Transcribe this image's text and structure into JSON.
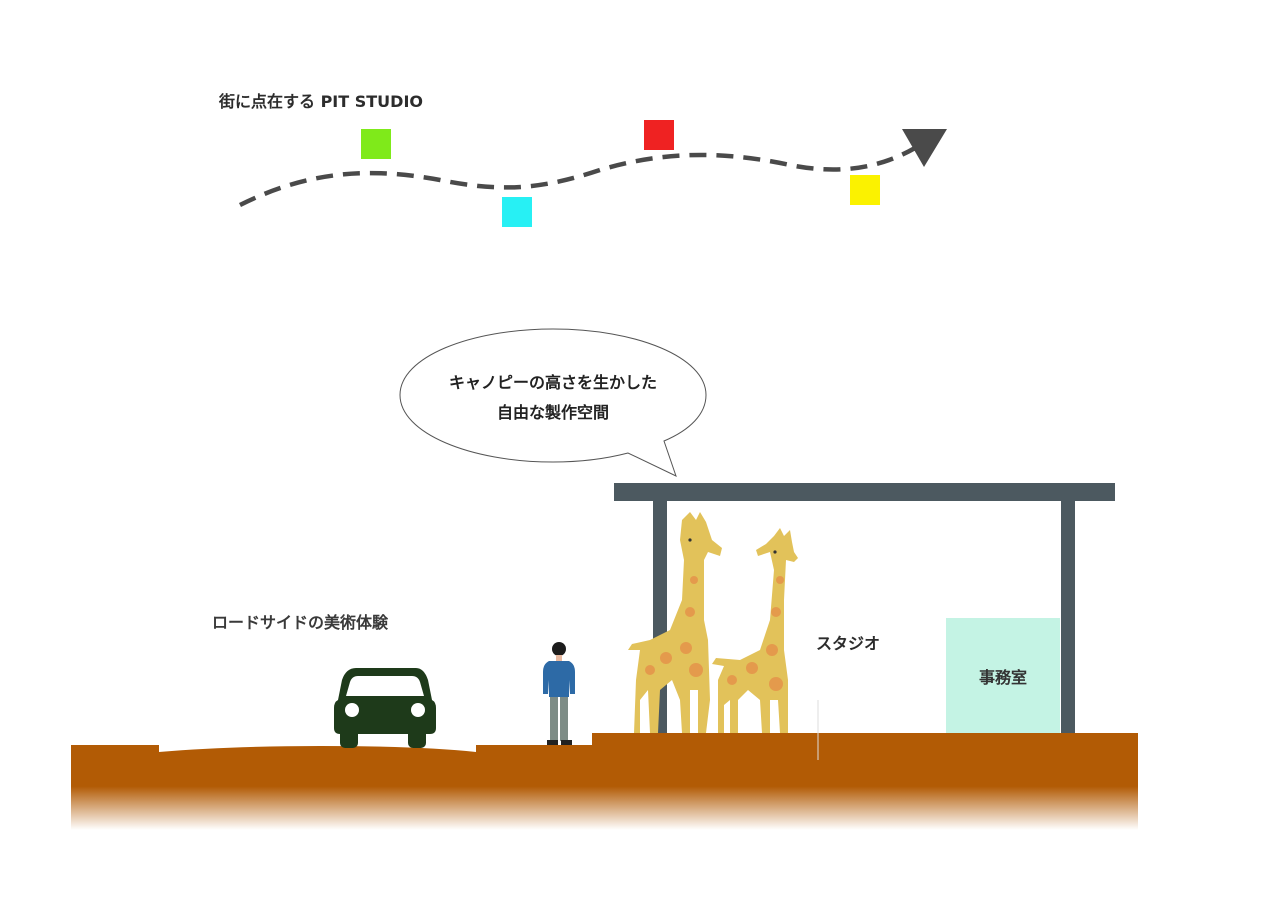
{
  "title": "街に点在する PIT STUDIO",
  "route_markers": [
    {
      "color": "#7fea1a"
    },
    {
      "color": "#27f0f4"
    },
    {
      "color": "#ef2222"
    },
    {
      "color": "#fbf200"
    }
  ],
  "roadside_label": "ロードサイドの美術体験",
  "bubble": {
    "line1": "キャノピーの高さを生かした",
    "line2": "自由な製作空間"
  },
  "studio_label": "スタジオ",
  "office_label": "事務室",
  "colors": {
    "ground": "#b25b05",
    "canopy": "#4c5960",
    "car": "#1e3a1a",
    "giraffe": "#e2c25a",
    "giraffe_spots": "#e49a4c",
    "path": "#4a4a4a",
    "office": "#c4f3e4"
  }
}
